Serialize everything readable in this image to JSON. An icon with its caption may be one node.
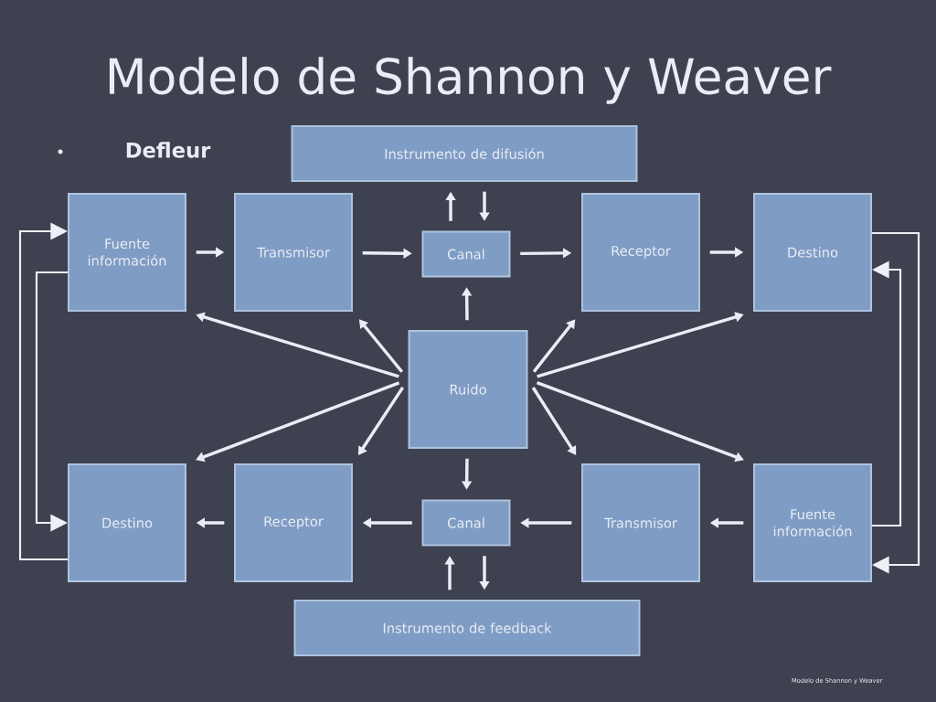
{
  "diagram": {
    "title": "Modelo de Shannon y Weaver",
    "nodes": [
      {
        "text": [
          "Instrumento de difusión"
        ]
      },
      {
        "text": [
          "Fuente información"
        ]
      },
      {
        "text": [
          "Transmisor"
        ]
      },
      {
        "text": [
          "Canal"
        ]
      },
      {
        "text": [
          "Receptor"
        ]
      },
      {
        "text": [
          "Destino"
        ]
      },
      {
        "text": [
          "Ruido"
        ]
      },
      {
        "text": [
          "Destino"
        ]
      },
      {
        "text": [
          "Receptor"
        ]
      },
      {
        "text": [
          "Canal"
        ]
      },
      {
        "text": [
          "Transmisor"
        ]
      },
      {
        "text": [
          "Fuente información"
        ]
      },
      {
        "text": [
          "Instrumento de feedback"
        ]
      }
    ],
    "edges": [
      {
        "from": 1,
        "to": 2,
        "arrow": "to"
      },
      {
        "from": 2,
        "to": 3,
        "arrow": "to"
      },
      {
        "from": 3,
        "to": 4,
        "arrow": "to"
      },
      {
        "from": 4,
        "to": 5,
        "arrow": "to"
      },
      {
        "from": 3,
        "to": 0,
        "arrow": "to"
      },
      {
        "from": 0,
        "to": 3,
        "arrow": "to"
      },
      {
        "from": 6,
        "to": 3,
        "arrow": "to"
      },
      {
        "from": 6,
        "to": 1,
        "arrow": "to"
      },
      {
        "from": 6,
        "to": 2,
        "arrow": "to"
      },
      {
        "from": 6,
        "to": 8,
        "arrow": "to"
      },
      {
        "from": 6,
        "to": 7,
        "arrow": "to"
      },
      {
        "from": 6,
        "to": 4,
        "arrow": "to"
      },
      {
        "from": 6,
        "to": 5,
        "arrow": "to"
      },
      {
        "from": 6,
        "to": 10,
        "arrow": "to"
      },
      {
        "from": 6,
        "to": 11,
        "arrow": "to"
      },
      {
        "from": 6,
        "to": 9,
        "arrow": "to"
      },
      {
        "from": 11,
        "to": 10,
        "arrow": "to"
      },
      {
        "from": 10,
        "to": 9,
        "arrow": "to"
      },
      {
        "from": 9,
        "to": 8,
        "arrow": "to"
      },
      {
        "from": 8,
        "to": 7,
        "arrow": "to"
      },
      {
        "from": 12,
        "to": 9,
        "arrow": "to"
      },
      {
        "from": 9,
        "to": 12,
        "arrow": "to"
      },
      {
        "from": 7,
        "to": 1,
        "arrow": "to"
      },
      {
        "from": 1,
        "to": 7,
        "arrow": "to"
      },
      {
        "from": 5,
        "to": 11,
        "arrow": "to"
      },
      {
        "from": 11,
        "to": 5,
        "arrow": "to"
      }
    ],
    "labels": [
      "Defleur",
      "Modelo de Shannon y Weaver"
    ]
  }
}
